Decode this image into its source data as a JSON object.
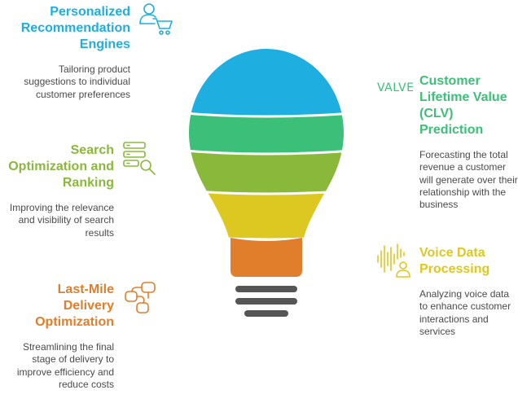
{
  "colors": {
    "blue": "#1eaee0",
    "green": "#3cc079",
    "lime": "#8ab83a",
    "yellow": "#dcc820",
    "orange": "#e07e2c",
    "base": "#555555",
    "text": "#4a4a4a"
  },
  "items": [
    {
      "id": "recommendation",
      "title": "Personalized Recommendation Engines",
      "description": "Tailoring product suggestions to individual customer preferences",
      "color": "blue",
      "icon": "user-cart-icon"
    },
    {
      "id": "clv",
      "title": "Customer Lifetime Value (CLV) Prediction",
      "description": "Forecasting the total revenue a customer will generate over their relationship with the business",
      "color": "green",
      "icon": "value-text-icon",
      "icon_text": "VALVE"
    },
    {
      "id": "search",
      "title": "Search Optimization and Ranking",
      "description": "Improving the relevance and visibility of search results",
      "color": "lime",
      "icon": "list-search-icon"
    },
    {
      "id": "voice",
      "title": "Voice Data Processing",
      "description": "Analyzing voice data to enhance customer interactions and services",
      "color": "yellow",
      "icon": "voice-user-icon"
    },
    {
      "id": "delivery",
      "title": "Last-Mile Delivery Optimization",
      "description": "Streamlining the final stage of delivery to improve efficiency and reduce costs",
      "color": "orange",
      "icon": "route-icon"
    }
  ]
}
